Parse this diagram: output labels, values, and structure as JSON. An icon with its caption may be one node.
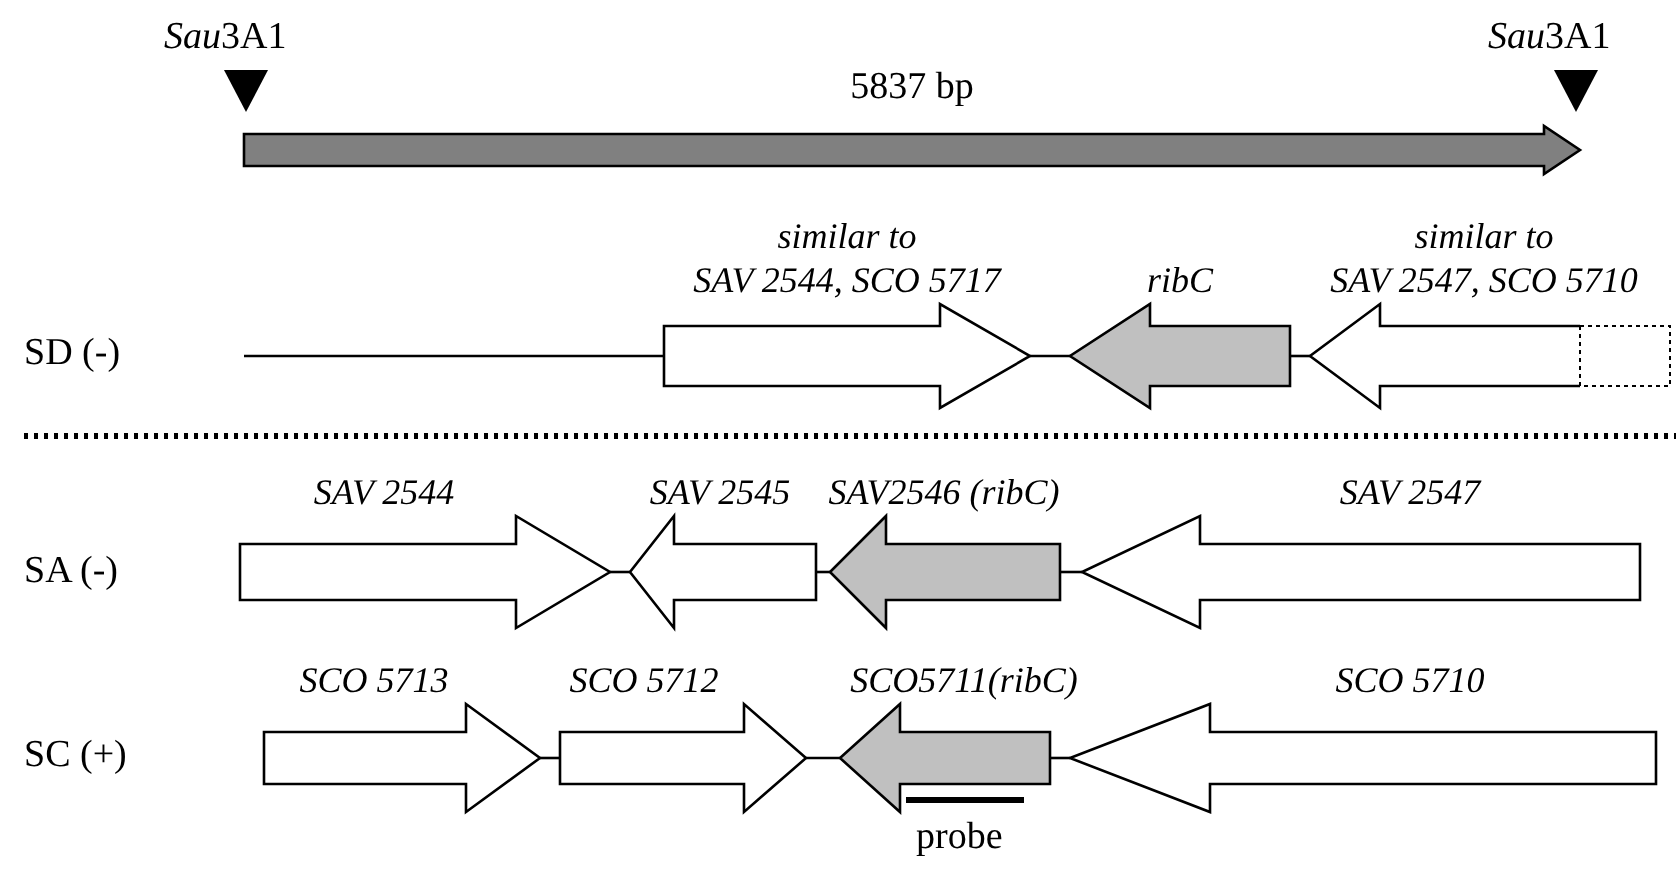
{
  "diagram": {
    "nodes": [
      {
        "text": [
          "5837 bp"
        ]
      },
      {
        "text": [
          "similar to SAV 2544, SCO 5717"
        ]
      },
      {
        "text": [
          "ribC"
        ]
      },
      {
        "text": [
          "similar to SAV 2547, SCO 5710"
        ]
      },
      {
        "text": [
          "SAV 2544"
        ]
      },
      {
        "text": [
          "SAV 2545"
        ]
      },
      {
        "text": [
          "SAV2546 (ribC)"
        ]
      },
      {
        "text": [
          "SAV 2547"
        ]
      },
      {
        "text": [
          "SCO 5713"
        ]
      },
      {
        "text": [
          "SCO 5712"
        ]
      },
      {
        "text": [
          "SCO5711(ribC)"
        ]
      },
      {
        "text": [
          "SCO 5710"
        ]
      }
    ],
    "edges": [
      {
        "from": null,
        "to": 1,
        "arrow": "none"
      },
      {
        "from": 1,
        "to": 2,
        "arrow": "none"
      },
      {
        "from": 2,
        "to": 3,
        "arrow": "none"
      },
      {
        "from": 4,
        "to": 5,
        "arrow": "none"
      },
      {
        "from": 5,
        "to": 6,
        "arrow": "none"
      },
      {
        "from": 6,
        "to": 7,
        "arrow": "none"
      },
      {
        "from": 8,
        "to": 9,
        "arrow": "none"
      },
      {
        "from": 9,
        "to": 10,
        "arrow": "none"
      },
      {
        "from": 10,
        "to": 11,
        "arrow": "none"
      }
    ],
    "labels": [
      "Sau3A1",
      "Sau3A1",
      "SD (-)",
      "SA (-)",
      "SC (+)",
      "probe"
    ]
  }
}
